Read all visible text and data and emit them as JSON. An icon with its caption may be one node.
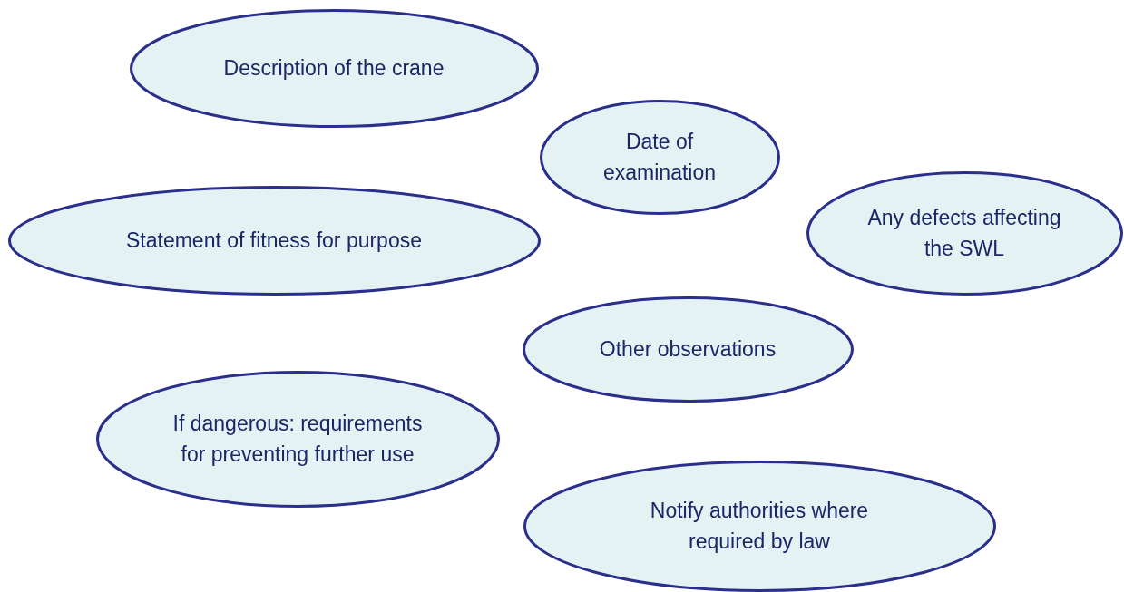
{
  "diagram": {
    "nodes": [
      {
        "text": [
          "Description of the crane"
        ]
      },
      {
        "text": [
          "Date of examination"
        ]
      },
      {
        "text": [
          "Statement of fitness for purpose"
        ]
      },
      {
        "text": [
          "Any defects affecting the SWL"
        ]
      },
      {
        "text": [
          "Other observations"
        ]
      },
      {
        "text": [
          "If dangerous: requirements for preventing further use"
        ]
      },
      {
        "text": [
          "Notify authorities where required by law"
        ]
      }
    ]
  }
}
